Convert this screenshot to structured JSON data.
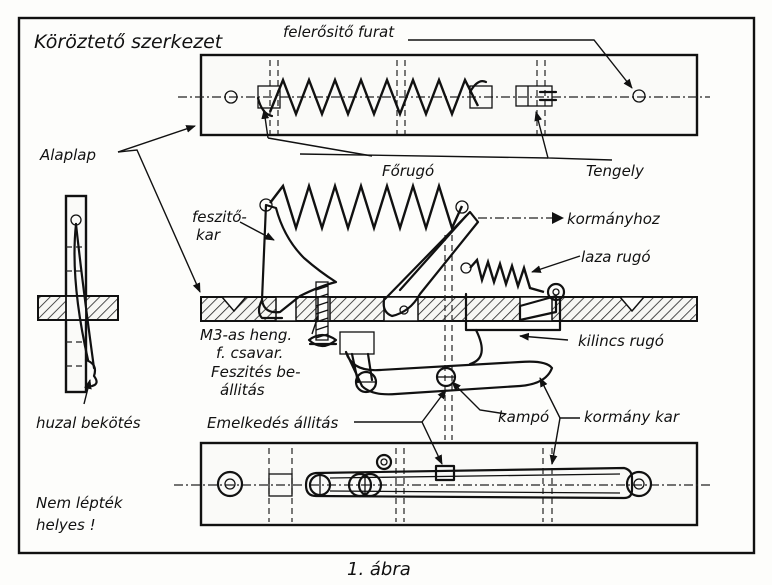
{
  "diagram": {
    "title": "Köröztető szerkezet",
    "figure_caption": "1. ábra",
    "labels": {
      "mounting_hole": "felerősitő furat",
      "base_plate": "Alaplap",
      "main_spring": "Főrugó",
      "axle": "Tengely",
      "tension_lever_1": "feszitő-",
      "tension_lever_2": "kar",
      "to_rudder": "kormányhoz",
      "loose_spring": "laza rugó",
      "latch_spring": "kilincs rugó",
      "screw_1": "M3-as heng.",
      "screw_2": "f. csavar.",
      "tension_adj_1": "Feszités be-",
      "tension_adj_2": "állitás",
      "wire_binding": "huzal bekötés",
      "lift_adjust": "Emelkedés állitás",
      "hook": "kampó",
      "rudder_lever": "kormány kar",
      "not_to_scale_1": "Nem lépték",
      "not_to_scale_2": "helyes !"
    }
  }
}
